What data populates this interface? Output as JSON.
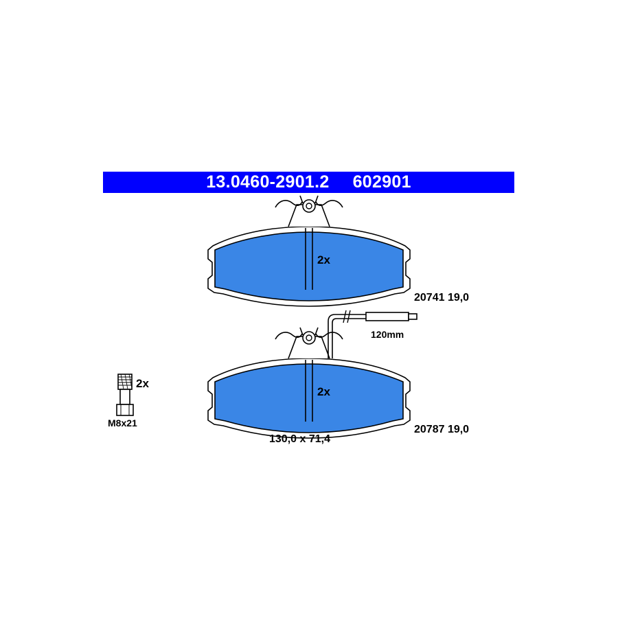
{
  "header": {
    "part_number": "13.0460-2901.2",
    "reference": "602901",
    "color": "#0000ff"
  },
  "pads": {
    "fill_color": "#3a86e6",
    "upper": {
      "quantity": "2x",
      "code": "20741 19,0"
    },
    "lower": {
      "quantity": "2x",
      "code": "20787 19,0",
      "dimensions": "130,0 x 71,4"
    }
  },
  "wear_sensor": {
    "length": "120mm"
  },
  "bolt": {
    "quantity": "2x",
    "size": "M8x21"
  }
}
